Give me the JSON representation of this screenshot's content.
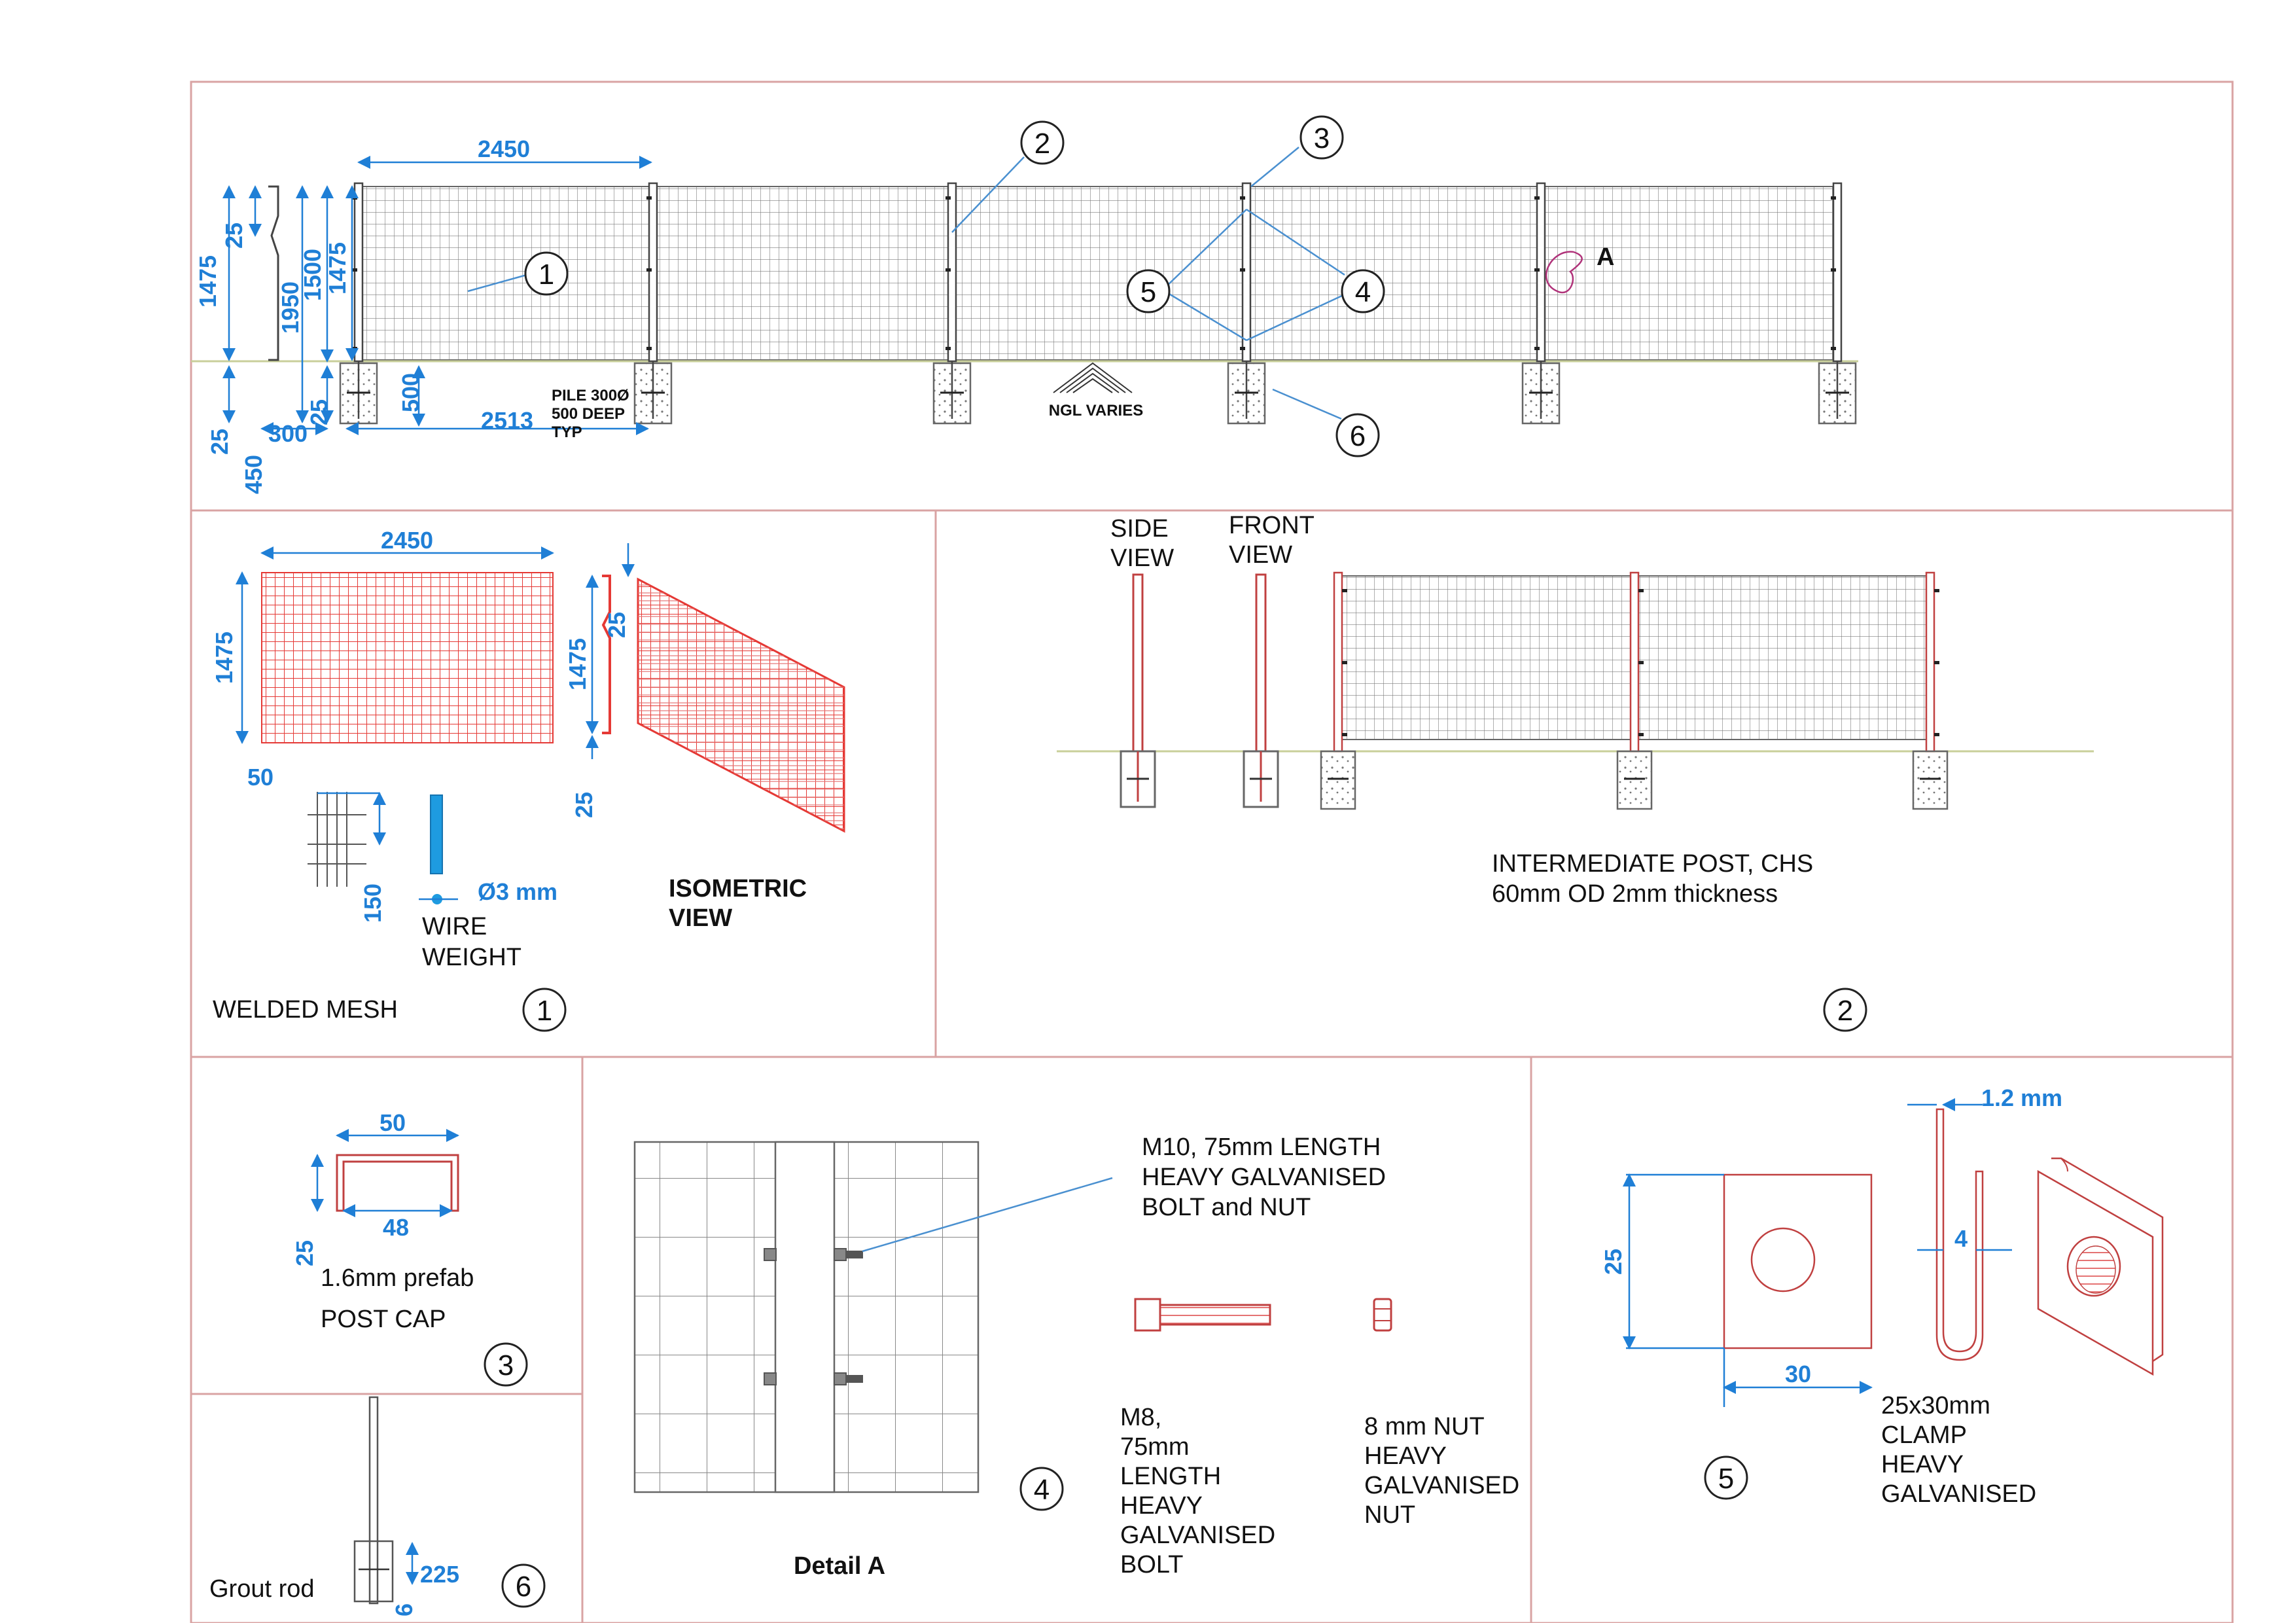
{
  "elevation": {
    "dims": {
      "panel_width": "2450",
      "mesh_height_left": "1475",
      "top_25": "25",
      "overall_1950": "1950",
      "mid_1500": "1500",
      "mesh_1475": "1475",
      "bottom_25": "25",
      "gap_25": "25",
      "pile_500": "500",
      "offset_300": "300",
      "centres_2513": "2513",
      "depth_450": "450"
    },
    "pile_note": [
      "PILE 300Ø",
      "500 DEEP",
      "TYP"
    ],
    "ngl_label": "NGL VARIES",
    "detail_mark": "A",
    "callouts": [
      "1",
      "2",
      "3",
      "4",
      "5",
      "6"
    ]
  },
  "panel1": {
    "width": "2450",
    "height": "1475",
    "iso_height": "1475",
    "iso_top": "25",
    "iso_bottom": "25",
    "spacing_h": "50",
    "spacing_v": "150",
    "wire_dia": "Ø3 mm",
    "wire_label": [
      "WIRE",
      "WEIGHT"
    ],
    "iso_label": [
      "ISOMETRIC",
      "VIEW"
    ],
    "title": "WELDED MESH",
    "number": "1"
  },
  "panel2": {
    "side_view": [
      "SIDE",
      "VIEW"
    ],
    "front_view": [
      "FRONT",
      "VIEW"
    ],
    "description": [
      "INTERMEDIATE POST, CHS",
      "60mm OD 2mm thickness"
    ],
    "number": "2"
  },
  "panel3": {
    "outer": "50",
    "inner": "48",
    "height": "25",
    "note": "1.6mm prefab",
    "title": "POST CAP",
    "number": "3"
  },
  "panel6": {
    "depth": "225",
    "width": "6",
    "label": "Grout rod",
    "number": "6"
  },
  "panel4": {
    "bolt_callout": [
      "M10, 75mm LENGTH",
      "HEAVY GALVANISED",
      "BOLT and NUT"
    ],
    "bolt_label": [
      "M8,",
      "75mm",
      "LENGTH",
      "HEAVY",
      "GALVANISED",
      "BOLT"
    ],
    "nut_label": [
      "8 mm NUT",
      "HEAVY",
      "GALVANISED",
      "NUT"
    ],
    "detail_title": "Detail A",
    "number": "4"
  },
  "panel5": {
    "thickness": "1.2 mm",
    "height": "25",
    "inner": "4",
    "width": "30",
    "label": [
      "25x30mm",
      "CLAMP",
      "HEAVY",
      "GALVANISED"
    ],
    "number": "5"
  },
  "colors": {
    "dimension": "#1f7fd6",
    "mesh": "#e53935",
    "frame": "#d9a3a3",
    "linework": "#444444"
  }
}
